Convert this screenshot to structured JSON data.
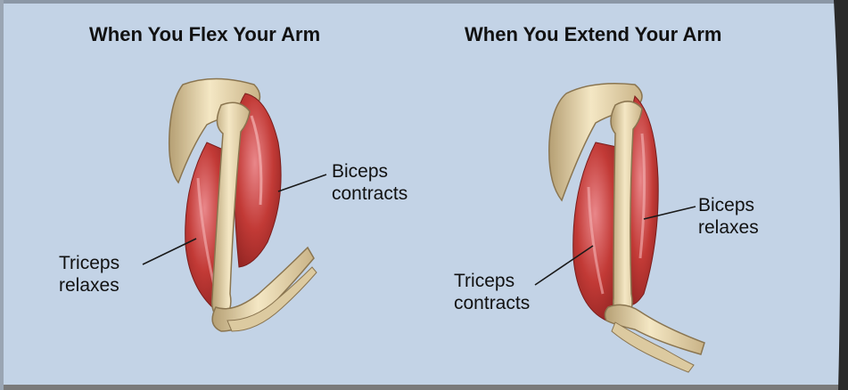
{
  "colors": {
    "background": "#c3d3e6",
    "muscle": "#c23a36",
    "muscle_highlight": "#e9878a",
    "bone": "#ecdcb2",
    "bone_shadow": "#b59f73",
    "leader_line": "#1a1a1a"
  },
  "panels": [
    {
      "heading": "When You Flex Your Arm",
      "labels": [
        {
          "line1": "Biceps",
          "line2": "contracts"
        },
        {
          "line1": "Triceps",
          "line2": "relaxes"
        }
      ]
    },
    {
      "heading": "When You Extend Your Arm",
      "labels": [
        {
          "line1": "Biceps",
          "line2": "relaxes"
        },
        {
          "line1": "Triceps",
          "line2": "contracts"
        }
      ]
    }
  ]
}
